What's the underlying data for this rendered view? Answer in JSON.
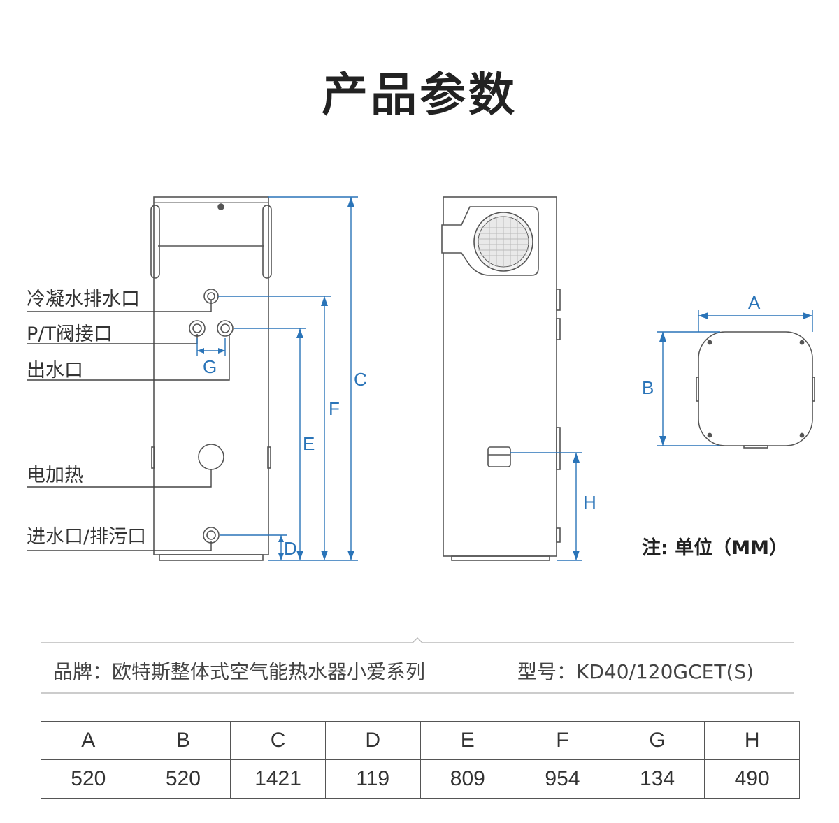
{
  "title": "产品参数",
  "front_labels": {
    "condensate": "冷凝水排水口",
    "pt_valve": "P/T阀接口",
    "outlet": "出水口",
    "heater": "电加热",
    "inlet": "进水口/排污口"
  },
  "dimension_letters": {
    "A": "A",
    "B": "B",
    "C": "C",
    "D": "D",
    "E": "E",
    "F": "F",
    "G": "G",
    "H": "H"
  },
  "note": "注: 单位（MM）",
  "brand_line": "品牌：欧特斯整体式空气能热水器小爱系列",
  "model_line": "型号：KD40/120GCET(S)",
  "colors": {
    "dimension": "#2a74b8",
    "outline": "#555555",
    "leader": "#444444"
  },
  "spec_table": {
    "headers": [
      "A",
      "B",
      "C",
      "D",
      "E",
      "F",
      "G",
      "H"
    ],
    "values": [
      "520",
      "520",
      "1421",
      "119",
      "809",
      "954",
      "134",
      "490"
    ]
  }
}
